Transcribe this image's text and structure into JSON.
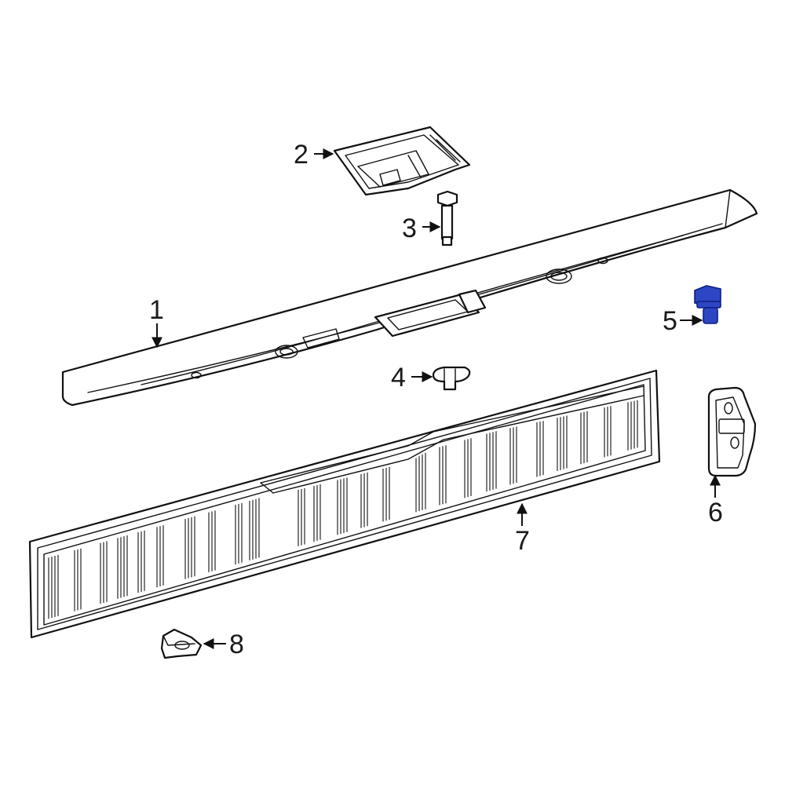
{
  "callouts": {
    "c1": "1",
    "c2": "2",
    "c3": "3",
    "c4": "4",
    "c5": "5",
    "c6": "6",
    "c7": "7",
    "c8": "8"
  },
  "colors": {
    "highlight_part": "#2d46c4",
    "line": "#111111",
    "background": "#ffffff"
  },
  "highlighted_callout": "5"
}
